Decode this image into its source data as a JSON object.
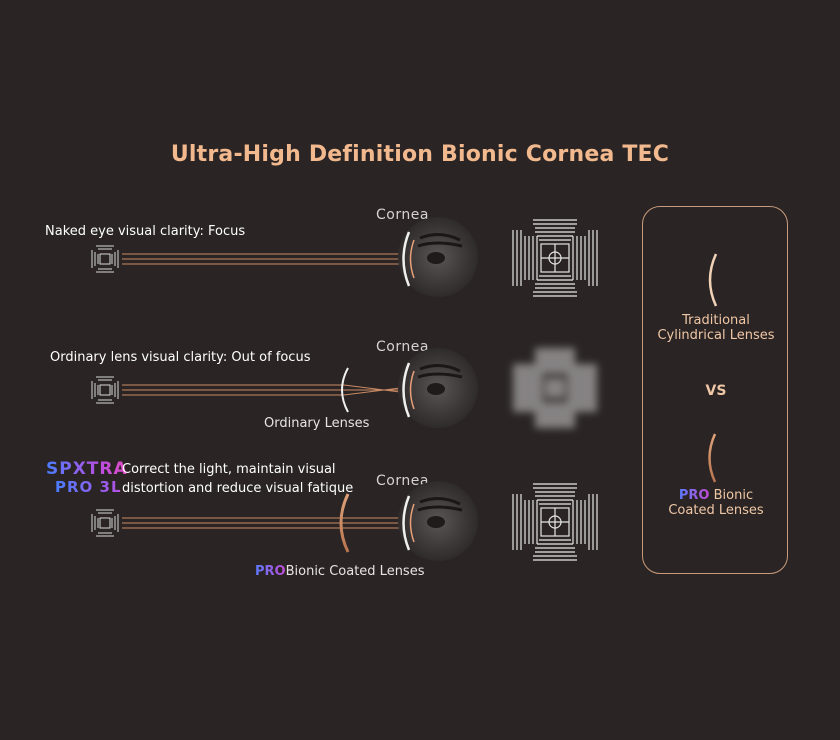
{
  "title": "Ultra-High Definition Bionic Cornea TEC",
  "rows": [
    {
      "label": "Naked eye visual clarity: Focus",
      "cornea": "Cornea"
    },
    {
      "label": "Ordinary lens visual clarity: Out of focus",
      "cornea": "Cornea",
      "lens_label": "Ordinary Lenses"
    },
    {
      "cornea": "Cornea",
      "lens_label_pro": "PRO",
      "lens_label_rest": "Bionic Coated Lenses",
      "brand_line1": "SPXTRA",
      "brand_line2": "PRO 3L",
      "desc_line1": "Correct the light, maintain visual",
      "desc_line2": "distortion and reduce visual fatique"
    }
  ],
  "panel": {
    "top_line1": "Traditional",
    "top_line2": "Cylindrical Lenses",
    "vs": "VS",
    "bottom_pro": "PRO",
    "bottom_line1_rest": " Bionic",
    "bottom_line2": "Coated Lenses"
  },
  "colors": {
    "background": "#2a2524",
    "title": "#f2b98e",
    "panel_border": "#c89b7c",
    "accent_text": "#f0c7a6"
  }
}
